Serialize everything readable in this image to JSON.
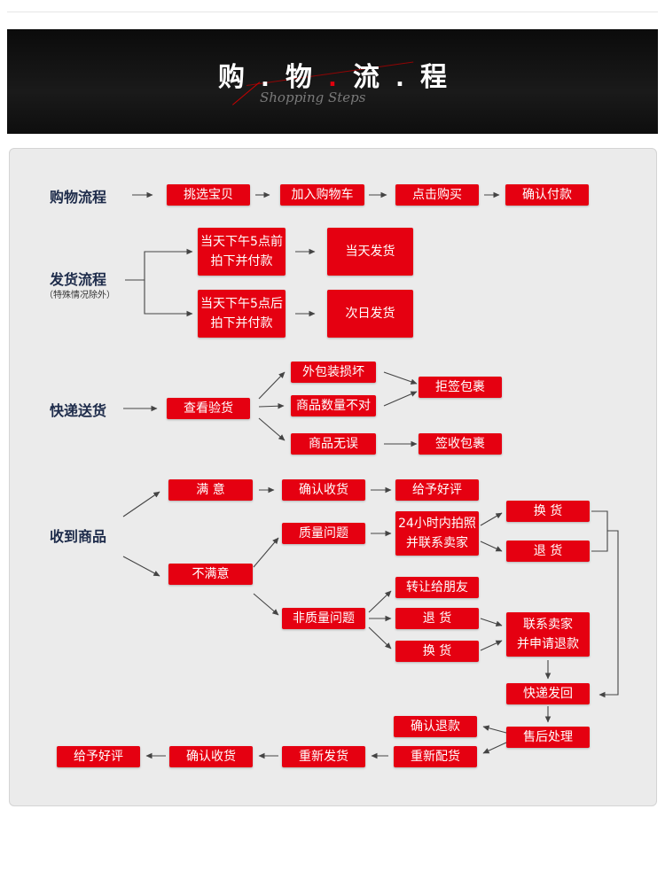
{
  "banner": {
    "chars": [
      "购",
      "物",
      "流",
      "程"
    ],
    "subtitle": "Shopping Steps"
  },
  "sections": {
    "purchase": "购物流程",
    "shipping": "发货流程",
    "shipping_note": "（特殊情况除外）",
    "delivery": "快递送货",
    "receive": "收到商品"
  },
  "purchase_steps": [
    "挑选宝贝",
    "加入购物车",
    "点击购买",
    "确认付款"
  ],
  "shipping": {
    "before_line1": "当天下午5点前",
    "before_line2": "拍下并付款",
    "same_day": "当天发货",
    "after_line1": "当天下午5点后",
    "after_line2": "拍下并付款",
    "next_day": "次日发货"
  },
  "delivery": {
    "inspect": "查看验货",
    "damaged": "外包装损坏",
    "wrong_qty": "商品数量不对",
    "ok": "商品无误",
    "reject": "拒签包裹",
    "sign": "签收包裹"
  },
  "receive": {
    "satisfied": "满 意",
    "confirm_receipt": "确认收货",
    "give_praise": "给予好评",
    "unsatisfied": "不满意",
    "quality_issue": "质量问题",
    "photo_line1": "24小时内拍照",
    "photo_line2": "并联系卖家",
    "exchange": "换 货",
    "return": "退 货",
    "non_quality": "非质量问题",
    "transfer": "转让给朋友",
    "return2": "退 货",
    "exchange2": "换 货",
    "refund_line1": "联系卖家",
    "refund_line2": "并申请退款",
    "ship_back": "快递发回",
    "after_sales": "售后处理",
    "confirm_refund": "确认退款",
    "reconfig": "重新配货",
    "reship": "重新发货",
    "confirm_receipt2": "确认收货",
    "give_praise2": "给予好评"
  },
  "colors": {
    "box": "#e50011",
    "section_text": "#1d2b4a",
    "panel": "#ebebeb",
    "banner": "#111111"
  }
}
